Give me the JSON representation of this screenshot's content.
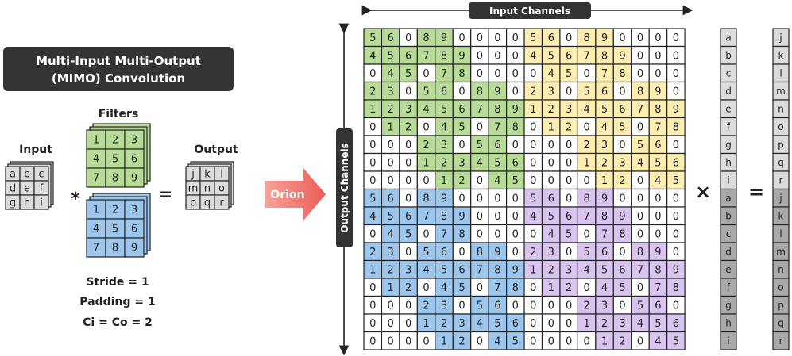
{
  "title": {
    "line1": "Multi-Input Multi-Output",
    "line2": "(MIMO) Convolution"
  },
  "labels": {
    "filters": "Filters",
    "input": "Input",
    "output": "Output",
    "input_channels": "Input Channels",
    "output_channels": "Output Channels",
    "arrow": "Orion",
    "mult": "*",
    "eq": "=",
    "times": "×",
    "eq2": "="
  },
  "params": [
    "Stride = 1",
    "Padding = 1",
    "Ci = Co = 2"
  ],
  "input_grid": [
    "a",
    "b",
    "c",
    "d",
    "e",
    "f",
    "g",
    "h",
    "i"
  ],
  "output_grid": [
    "j",
    "k",
    "l",
    "m",
    "n",
    "o",
    "p",
    "q",
    "r"
  ],
  "filter_grid": [
    "1",
    "2",
    "3",
    "4",
    "5",
    "6",
    "7",
    "8",
    "9"
  ],
  "row_patterns": [
    [
      "5",
      "6",
      "0",
      "8",
      "9",
      "0",
      "0",
      "0",
      "0"
    ],
    [
      "4",
      "5",
      "6",
      "7",
      "8",
      "9",
      "0",
      "0",
      "0"
    ],
    [
      "0",
      "4",
      "5",
      "0",
      "7",
      "8",
      "0",
      "0",
      "0"
    ],
    [
      "2",
      "3",
      "0",
      "5",
      "6",
      "0",
      "8",
      "9",
      "0"
    ],
    [
      "1",
      "2",
      "3",
      "4",
      "5",
      "6",
      "7",
      "8",
      "9"
    ],
    [
      "0",
      "1",
      "2",
      "0",
      "4",
      "5",
      "0",
      "7",
      "8"
    ],
    [
      "0",
      "0",
      "0",
      "2",
      "3",
      "0",
      "5",
      "6",
      "0"
    ],
    [
      "0",
      "0",
      "0",
      "1",
      "2",
      "3",
      "4",
      "5",
      "6"
    ],
    [
      "0",
      "0",
      "0",
      "0",
      "1",
      "2",
      "0",
      "4",
      "5"
    ]
  ],
  "vector_in": [
    "a",
    "b",
    "c",
    "d",
    "e",
    "f",
    "g",
    "h",
    "i",
    "a",
    "b",
    "c",
    "d",
    "e",
    "f",
    "g",
    "h",
    "i"
  ],
  "vector_out": [
    "j",
    "k",
    "l",
    "m",
    "n",
    "o",
    "p",
    "q",
    "r",
    "j",
    "k",
    "l",
    "m",
    "n",
    "o",
    "p",
    "q",
    "r"
  ],
  "colors": {
    "green": "#b8dc98",
    "yellow": "#fbeeb0",
    "blue": "#9cc6ec",
    "purple": "#d9c4f0",
    "gray": "#dcdcdc",
    "darkgray": "#a9a9a9",
    "dark": "#333333",
    "accent": "#f06a62"
  }
}
